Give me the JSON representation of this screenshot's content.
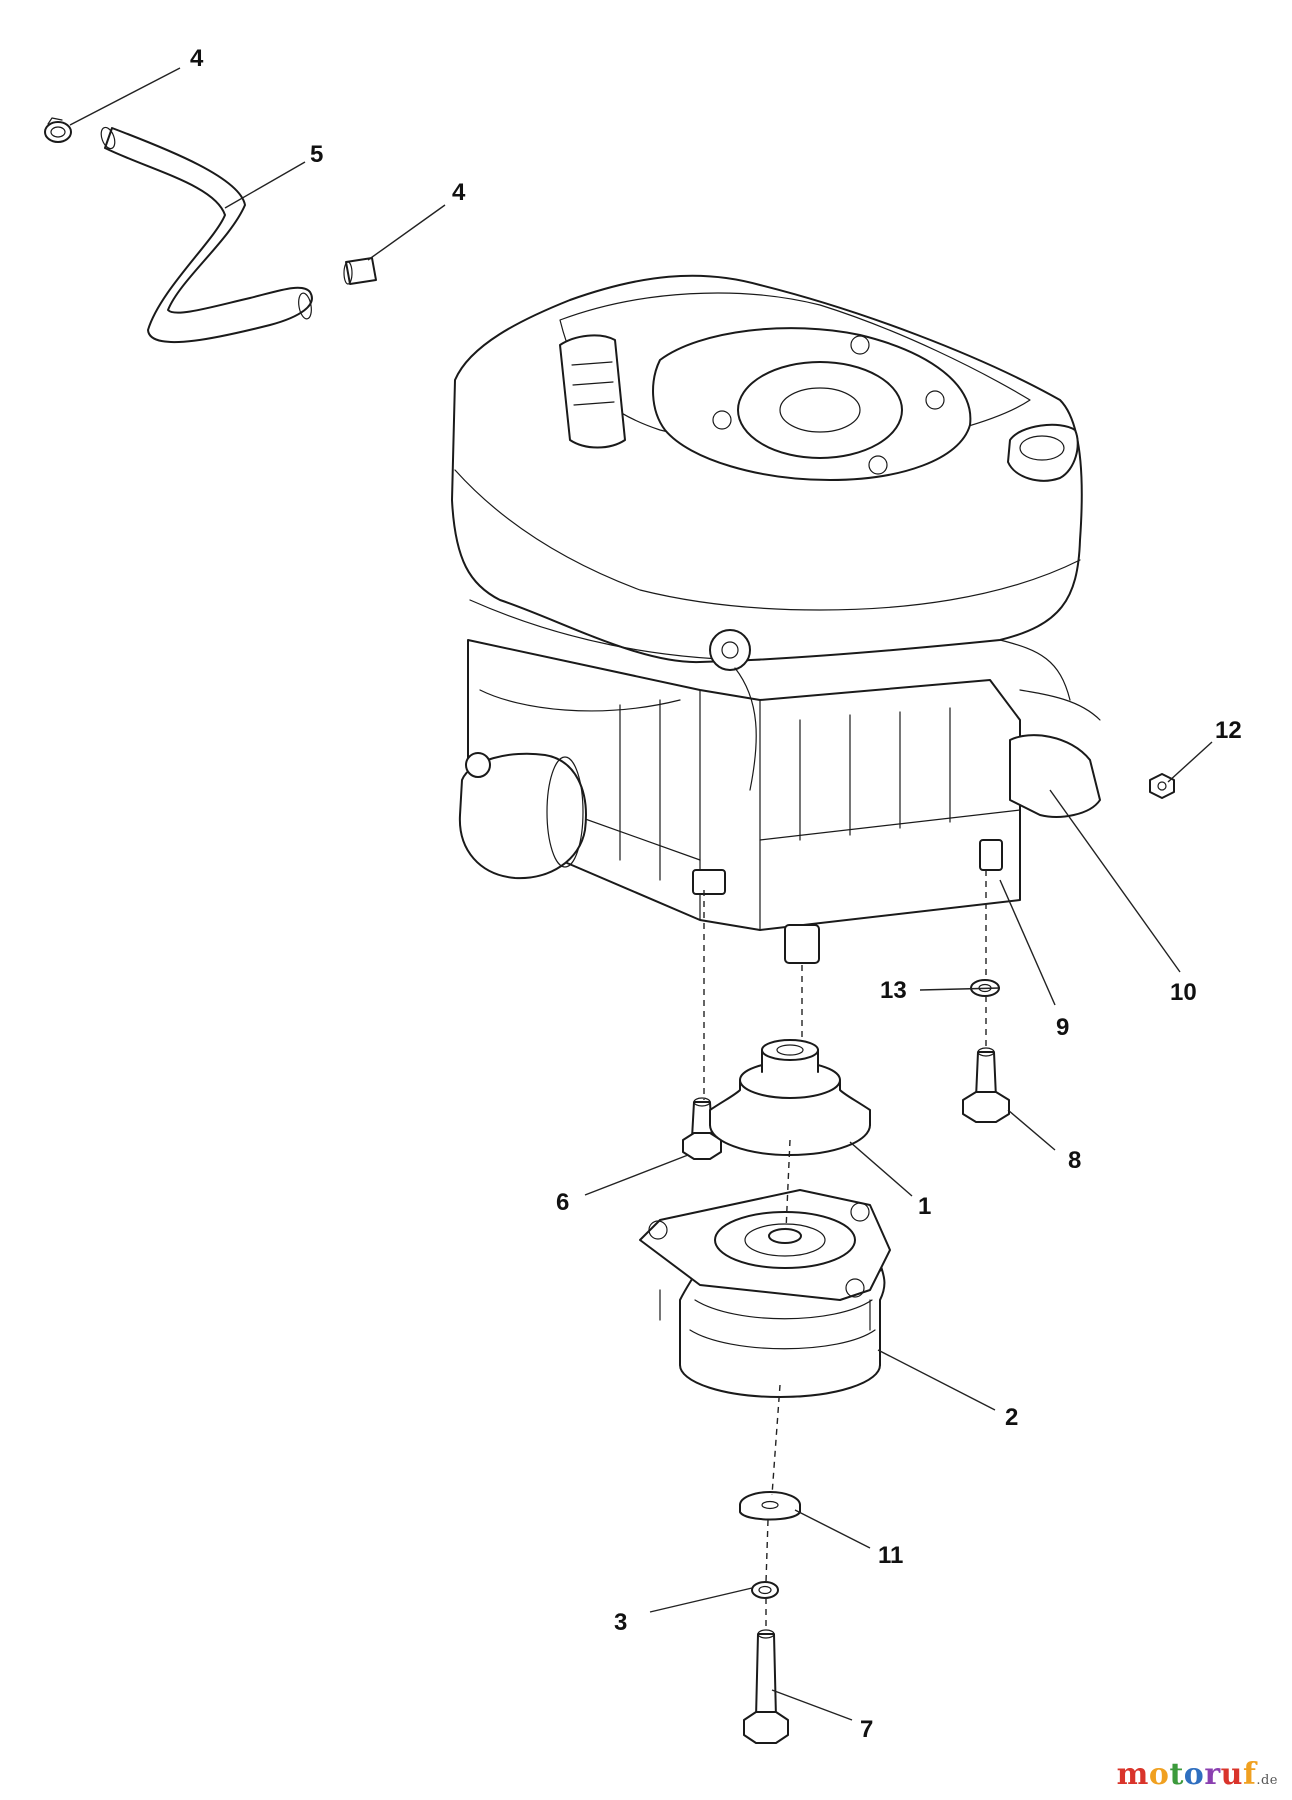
{
  "diagram": {
    "callouts": [
      {
        "id": "c4a",
        "label": "4"
      },
      {
        "id": "c5",
        "label": "5"
      },
      {
        "id": "c4b",
        "label": "4"
      },
      {
        "id": "c12",
        "label": "12"
      },
      {
        "id": "c13",
        "label": "13"
      },
      {
        "id": "c9",
        "label": "9"
      },
      {
        "id": "c10",
        "label": "10"
      },
      {
        "id": "c8",
        "label": "8"
      },
      {
        "id": "c6",
        "label": "6"
      },
      {
        "id": "c1",
        "label": "1"
      },
      {
        "id": "c2",
        "label": "2"
      },
      {
        "id": "c11",
        "label": "11"
      },
      {
        "id": "c3",
        "label": "3"
      },
      {
        "id": "c7",
        "label": "7"
      }
    ]
  },
  "watermark": {
    "text_main": "motoruf",
    "text_tld": ".de",
    "colors": {
      "m": "#d9342b",
      "o1": "#f0a020",
      "t": "#3c9a3c",
      "o2": "#2f6fc0",
      "r": "#8a3fb0",
      "u": "#d9342b",
      "f": "#f0a020"
    }
  },
  "colors": {
    "line": "#1a1a1a",
    "background": "#ffffff"
  }
}
